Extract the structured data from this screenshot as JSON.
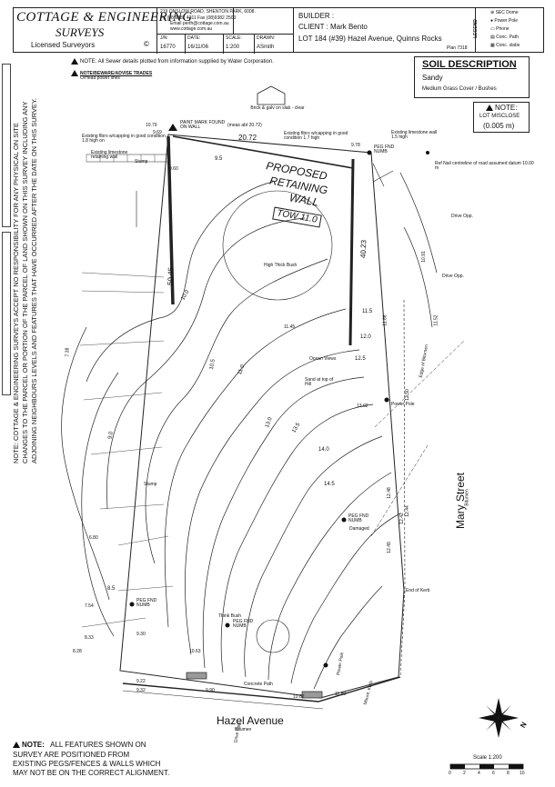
{
  "header": {
    "company_line1": "COTTAGE & ENGINEERING",
    "company_line2": "SURVEYS",
    "company_sub": "Licensed Surveyors",
    "copyright": "©",
    "address": "219 ONSLOW ROAD, SHENTON PARK, 6008.",
    "phone_fax": "Ph (08)9381 4211  Fax (08)9382 2503",
    "email": "Email perth@cottage.com.au",
    "website": "www.cottage.com.au",
    "job_label": "J/N:",
    "job_value": "16770",
    "date_label": "DATE:",
    "date_value": "16/11/06",
    "scale_label": "SCALE:",
    "scale_value": "1:200",
    "drawn_label": "DRAWN:",
    "drawn_value": "ASmith",
    "builder_label": "BUILDER :",
    "client_line": "CLIENT : Mark Bento",
    "lot_line": "LOT  184 (#39) Hazel Avenue, Quinns Rocks",
    "plan_no": "Plan 7318"
  },
  "legend": {
    "title": "LEGEND",
    "items": [
      "SEC Dome",
      "Power Pole",
      "Phone",
      "Conc. Path",
      "Conc. slabs"
    ]
  },
  "soil": {
    "title": "SOIL DESCRIPTION",
    "line1": "Sandy",
    "line2": "Medium Grass Cover / Bushes"
  },
  "misclose": {
    "title": "NOTE:",
    "line1": "LOT MISCLOSE",
    "line2": "(0.005 m)"
  },
  "notes": {
    "sewer": "NOTE:  All Sewer details plotted from information supplied by Water Corporation.",
    "power_title": "NOTE/BEWARE/ADVISE TRADES",
    "power_text": "O/Head power lines",
    "bottom_title": "NOTE:",
    "bottom_line1": "ALL FEATURES SHOWN ON",
    "bottom_line2": "SURVEY ARE POSITIONED FROM",
    "bottom_line3": "EXISTING PEGS/FENCES & WALLS WHICH",
    "bottom_line4": "MAY NOT BE ON THE CORRECT ALIGNMENT.",
    "side_note_1": "NOTE: COTTAGE & ENGINEERING SURVEYS ACCEPT NO RESPONSIBILITY FOR ANY PHYSICAL ON SITE",
    "side_note_2": "CHANGES TO THE PARCEL OR PORTION OF THE PARCEL OF LAND SHOWN ON THIS SURVEY INCLUDING ANY",
    "side_note_3": "ADJOINING NEIGHBOURS LEVELS AND FEATURES THAT HAVE OCCURRED AFTER THE DATE ON THIS SURVEY."
  },
  "plan": {
    "proposed_1": "PROPOSED",
    "proposed_2": "RETAINING",
    "proposed_3": "WALL",
    "tow": "TOW 11.0",
    "paint_mark": "PAINT MARK FOUND ON WALL",
    "meas_top": "(meas abt 20.72)",
    "dim_top": "20.72",
    "dim_left": "50.45",
    "dim_right": "40.23",
    "brick": "Brick & galv on slab - clear",
    "fence_top": "Existing fibro w/capping in good condition 1.7 high",
    "fence_left": "Existing fibro w/capping in good condition 1.8 high on",
    "fence_right": "Existing limestone wall 1.5 high",
    "limestone": "Existing limestone retaining wall",
    "peg_top": "PEG FND NUMB",
    "peg_mid": "PEG FND NUMB",
    "peg_left": "PEG FND NUMB",
    "peg_bottom": "PEG FND NUMB",
    "ref_nail": "Ref Nail centreline of road assumed datum 10.00 m",
    "high_bush": "High Thick Bush",
    "ocean_views": "Ocean Views",
    "sand_hill": "Sand at top of Hill",
    "thick_bush": "Think Bush",
    "drive_opp_1": "Drive Opp.",
    "drive_opp_2": "Drive Opp.",
    "drive_opp_3": "Drive Opp.",
    "power_pole_1": "Power Pole",
    "power_pole_2": "Power Pole",
    "edge_bitumen": "Edge of Bitumen",
    "end_kerb": "End of Kerb",
    "concrete_path": "Concrete Path",
    "mountable_kerb": "Mount. Kerb",
    "damaged": "Damaged",
    "stump": "Stump",
    "mary_street": "Mary Street",
    "mary_bitumen": "Bitumen",
    "hazel_avenue": "Hazel Avenue",
    "hazel_bitumen": "Bitumen",
    "contours": [
      "9.5",
      "10.0",
      "10.5",
      "11.0",
      "11.5",
      "12.0",
      "12.5",
      "13.0",
      "13.5",
      "14.0",
      "14.5",
      "9.0",
      "8.5"
    ],
    "spot_levels": [
      "10.79",
      "9.69",
      "9.60",
      "9.78",
      "11.86",
      "11.45",
      "13.02",
      "12.50",
      "12.44",
      "9.30",
      "8.33",
      "7.54",
      "6.80",
      "7.38",
      "9.22",
      "9.32",
      "9.90",
      "10.82",
      "11.80",
      "12.49",
      "12.48",
      "12.42",
      "10.91",
      "11.52",
      "10.63",
      "8.28"
    ]
  },
  "scale_bar": {
    "label": "Scale 1:200",
    "ticks": [
      "0",
      "2",
      "4",
      "6",
      "8",
      "10"
    ]
  },
  "north": "N"
}
